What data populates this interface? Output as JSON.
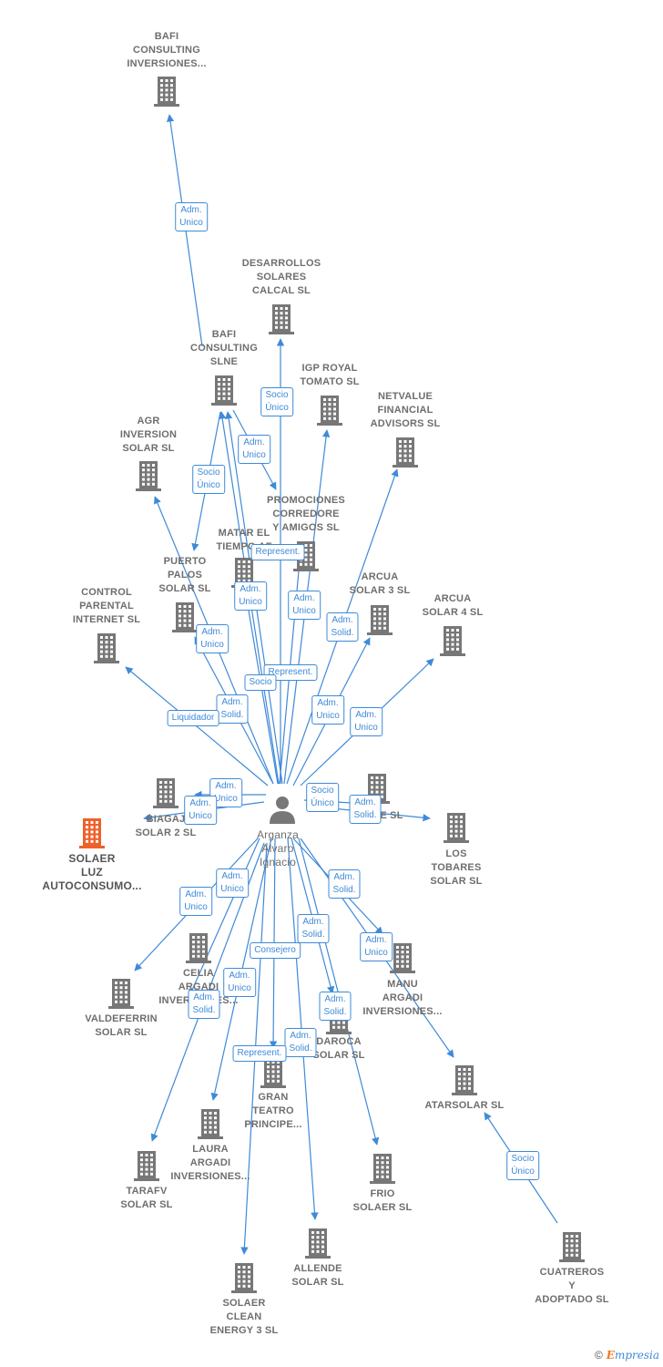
{
  "colors": {
    "edge": "#3f8ad8",
    "building": "#777777",
    "main": "#f0602a",
    "text": "#6e6e6e"
  },
  "center": {
    "name": "Arganza\nAlvaro\nIgnacio",
    "icon": "person-icon"
  },
  "nodes": [
    {
      "id": "bafi-inv",
      "label": "BAFI\nCONSULTING\nINVERSIONES..."
    },
    {
      "id": "desarrollos",
      "label": "DESARROLLOS\nSOLARES\nCALCAL SL"
    },
    {
      "id": "bafi-slne",
      "label": "BAFI\nCONSULTING\nSLNE"
    },
    {
      "id": "igp",
      "label": "IGP ROYAL\nTOMATO  SL"
    },
    {
      "id": "netvalue",
      "label": "NETVALUE\nFINANCIAL\nADVISORS  SL"
    },
    {
      "id": "agr",
      "label": "AGR\nINVERSION\nSOLAR SL"
    },
    {
      "id": "promociones",
      "label": "PROMOCIONES\nCORREDORE\nY AMIGOS  SL"
    },
    {
      "id": "matar",
      "label": "MATAR EL\nTIEMPO  AF"
    },
    {
      "id": "puerto",
      "label": "PUERTO\nPALOS\nSOLAR SL"
    },
    {
      "id": "arcua3",
      "label": "ARCUA\nSOLAR 3 SL"
    },
    {
      "id": "arcua4",
      "label": "ARCUA\nSOLAR 4 SL"
    },
    {
      "id": "control",
      "label": "CONTROL\nPARENTAL\nINTERNET  SL"
    },
    {
      "id": "biagaj",
      "label": "BIAGAJ\nSOLAR 2 SL"
    },
    {
      "id": "solaer-luz",
      "label": "SOLAER\nLUZ\nAUTOCONSUMO..."
    },
    {
      "id": "e-sl",
      "label": "E SL"
    },
    {
      "id": "tobares",
      "label": "LOS\nTOBARES\nSOLAR SL"
    },
    {
      "id": "celia",
      "label": "CELIA\nARGADI\nINVERSIONES..."
    },
    {
      "id": "valdeferrin",
      "label": "VALDEFERRIN\nSOLAR SL"
    },
    {
      "id": "manu",
      "label": "MANU\nARGADI\nINVERSIONES..."
    },
    {
      "id": "daroca",
      "label": "DAROCA\nSOLAR SL"
    },
    {
      "id": "gran",
      "label": "GRAN\nTEATRO\nPRINCIPE..."
    },
    {
      "id": "atarsolar",
      "label": "ATARSOLAR SL"
    },
    {
      "id": "laura",
      "label": "LAURA\nARGADI\nINVERSIONES..."
    },
    {
      "id": "tarafv",
      "label": "TARAFV\nSOLAR SL"
    },
    {
      "id": "frio",
      "label": "FRIO\nSOLAER SL"
    },
    {
      "id": "allende",
      "label": "ALLENDE\nSOLAR SL"
    },
    {
      "id": "cuatreros",
      "label": "CUATREROS\nY\nADOPTADO  SL"
    },
    {
      "id": "solaer-clean",
      "label": "SOLAER\nCLEAN\nENERGY 3  SL"
    }
  ],
  "badges": [
    "Adm.\nUnico",
    "Socio\nÚnico",
    "Adm.\nUnico",
    "Socio\nÚnico",
    "Represent.",
    "Adm.\nUnico",
    "Adm.\nUnico",
    "Adm.\nSolid.",
    "Adm.\nUnico",
    "Represent.",
    "Socio",
    "Adm.\nSolid.",
    "Adm.\nUnico",
    "Adm.\nUnico",
    "Liquidador",
    "Adm.\nUnico",
    "Adm.\nUnico",
    "Socio\nÚnico",
    "Adm.\nSolid.",
    "Adm.\nUnico",
    "Adm.\nUnico",
    "Adm.\nSolid.",
    "Adm.\nSolid.",
    "Adm.\nUnico",
    "Consejero",
    "Adm.\nUnico",
    "Adm.\nSolid.",
    "Adm.\nSolid.",
    "Adm.\nSolid.",
    "Represent.",
    "Socio\nÚnico"
  ],
  "footer": {
    "copyright": "©",
    "brand_first": "E",
    "brand_rest": "mpresia"
  }
}
